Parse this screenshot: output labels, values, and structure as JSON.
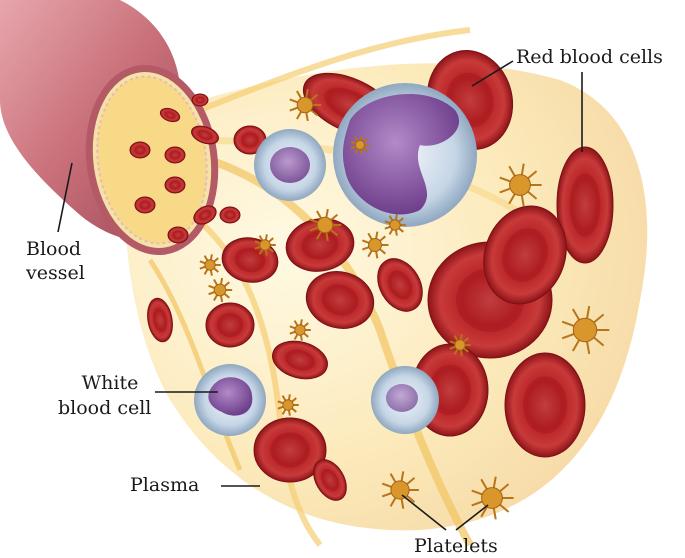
{
  "labels": {
    "red_blood_cells": "Red blood cells",
    "blood_vessel_line1": "Blood",
    "blood_vessel_line2": "vessel",
    "white_blood_cell_line1": "White",
    "white_blood_cell_line2": "blood cell",
    "plasma": "Plasma",
    "platelets": "Platelets"
  },
  "colors": {
    "vessel": "#c9707a",
    "vessel_dark": "#a4505c",
    "red_cell": "#c0282c",
    "red_cell_dark": "#8e1418",
    "red_cell_light": "#e0595a",
    "white_cell_membrane": "#c9d8e6",
    "white_cell_nucleus": "#8b5ea8",
    "plasma": "#f3c24f",
    "platelet": "#d9962a",
    "leader_line": "#1a1a1a"
  }
}
